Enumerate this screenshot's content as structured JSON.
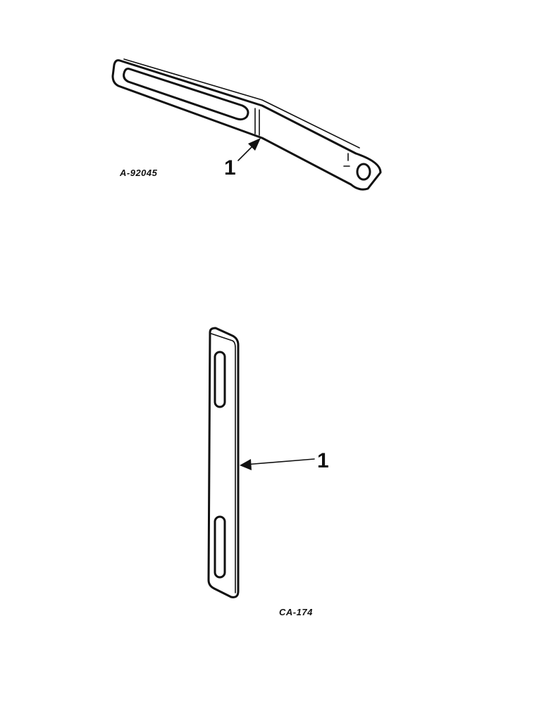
{
  "figures": [
    {
      "code": "A-92045",
      "callout": "1"
    },
    {
      "code": "CA-174",
      "callout": "1"
    }
  ]
}
